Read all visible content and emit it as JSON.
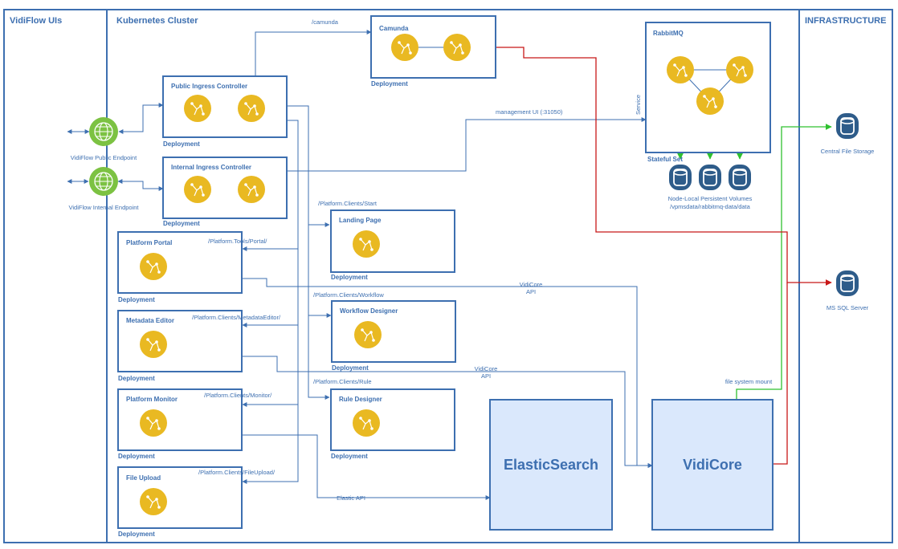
{
  "lanes": {
    "ui": "VidiFlow UIs",
    "cluster": "Kubernetes Cluster",
    "infra": "INFRASTRUCTURE"
  },
  "endpoints": {
    "public": "VidiFlow Public Endpoint",
    "internal": "VidiFlow Internal Endpoint"
  },
  "deployment_label": "Deployment",
  "ingress": {
    "public": "Public Ingress Controller",
    "internal": "Internal Ingress Controller"
  },
  "ui_apps": {
    "portal": "Platform Portal",
    "metadata": "Metadata Editor",
    "monitor": "Platform Monitor",
    "upload": "File Upload"
  },
  "cluster_apps": {
    "camunda": "Camunda",
    "landing": "Landing Page",
    "workflow": "Workflow Designer",
    "rule": "Rule Designer"
  },
  "rabbitmq": {
    "title": "RabbitMQ",
    "service": "Service",
    "statefulset": "Stateful Set",
    "volumes_title": "Node-Local Persistent Volumes",
    "volumes_path": "/vpmsdata/rabbitmq-data/data"
  },
  "routes": {
    "camunda": "/camunda",
    "management_ui": "management UI (:31050)",
    "start": "/Platform.Clients/Start",
    "portal": "/Platform.Tools/Portal/",
    "workflow": "/Platform.Clients/Workflow",
    "metadata": "/Platform.Clients/MetadataEditor/",
    "rule": "/Platform.Clients/Rule",
    "monitor": "/Platform.Clients/Monitor/",
    "upload": "/Platform.Clients/FileUpload/"
  },
  "apis": {
    "vidicore_api_1": "VidiCore",
    "vidicore_api_1b": "API",
    "vidicore_api_2": "VidiCore",
    "vidicore_api_2b": "API",
    "elastic_api": "Elastic API",
    "fs_mount": "file system mount"
  },
  "services": {
    "elastic": "ElasticSearch",
    "vidicore": "VidiCore"
  },
  "storage": {
    "file": "Central File Storage",
    "sql": "MS SQL Server"
  },
  "colors": {
    "accent": "#3d6fb0",
    "pod": "#e9b922",
    "endpoint": "#7cc242",
    "service_fill": "#dae8fc",
    "storage": "#2e5c8a",
    "green_link": "#2fc12f",
    "red_link": "#c81818"
  }
}
